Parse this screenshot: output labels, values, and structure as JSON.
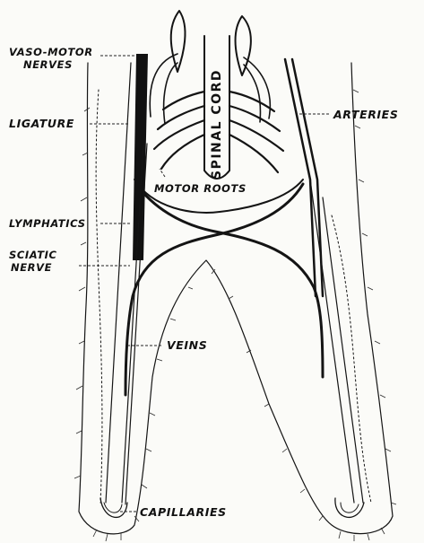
{
  "labels": {
    "vaso_motor_1": "VASO-MOTOR",
    "vaso_motor_2": "NERVES",
    "ligature": "LIGATURE",
    "arteries": "ARTERIES",
    "spinal_cord": "SPINAL CORD",
    "motor_roots": "MOTOR ROOTS",
    "lymphatics": "LYMPHATICS",
    "sciatic_1": "SCIATIC",
    "sciatic_2": "NERVE",
    "veins": "VEINS",
    "capillaries": "CAPILLARIES"
  }
}
